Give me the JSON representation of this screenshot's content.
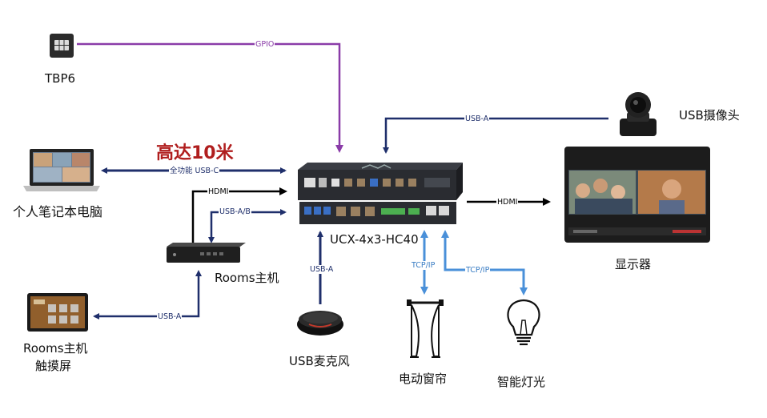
{
  "devices": {
    "tbp6": "TBP6",
    "laptop": "个人笔记本电脑",
    "rooms_host": "Rooms主机",
    "touch_panel_line1": "Rooms主机",
    "touch_panel_line2": "触摸屏",
    "switcher": "UCX-4x3-HC40",
    "usb_mic": "USB麦克风",
    "curtain": "电动窗帘",
    "smart_light": "智能灯光",
    "usb_camera": "USB摄像头",
    "display": "显示器"
  },
  "callout": "高达10米",
  "connections": {
    "gpio": "GPIO",
    "usb_c": "全功能 USB-C",
    "hdmi_in": "HDMI",
    "usb_ab": "USB-A/B",
    "usb_a_touch": "USB-A",
    "usb_a_mic": "USB-A",
    "usb_a_camera": "USB-A",
    "hdmi_out": "HDMI",
    "tcpip_curtain": "TCP/IP",
    "tcpip_light": "TCP/IP"
  },
  "colors": {
    "navy": "#1f2f6b",
    "purple": "#8a3ca8",
    "blue": "#4a90d9",
    "black": "#000000",
    "callout_red": "#b01e1e"
  }
}
